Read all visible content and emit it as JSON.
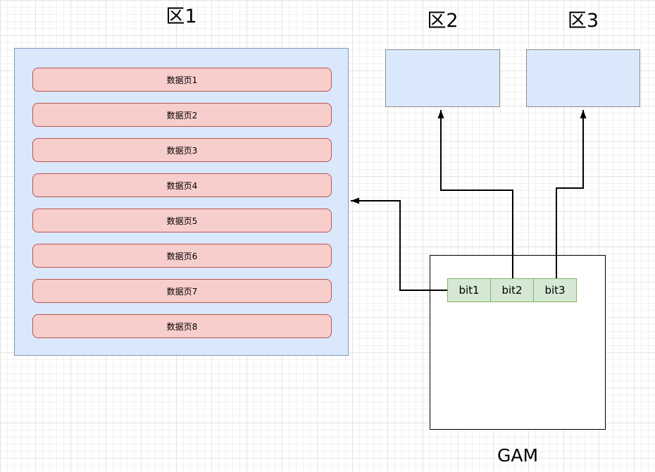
{
  "diagram": {
    "zone1": {
      "title": "区1",
      "pages": [
        "数据页1",
        "数据页2",
        "数据页3",
        "数据页4",
        "数据页5",
        "数据页6",
        "数据页7",
        "数据页8"
      ]
    },
    "zone2": {
      "title": "区2"
    },
    "zone3": {
      "title": "区3"
    },
    "gam": {
      "label": "GAM",
      "bits": [
        "bit1",
        "bit2",
        "bit3"
      ]
    },
    "colors": {
      "zone1_fill": "#dae8fc",
      "zone1_border": "#7c96bc",
      "page_fill": "#f8cecc",
      "page_border": "#b85450",
      "zonebox_fill": "#dae8fc",
      "zonebox_border": "#8c8c8c",
      "bit_fill": "#d5e8d4",
      "bit_border": "#82b366",
      "gam_border": "#000000",
      "arrow": "#000000"
    }
  }
}
